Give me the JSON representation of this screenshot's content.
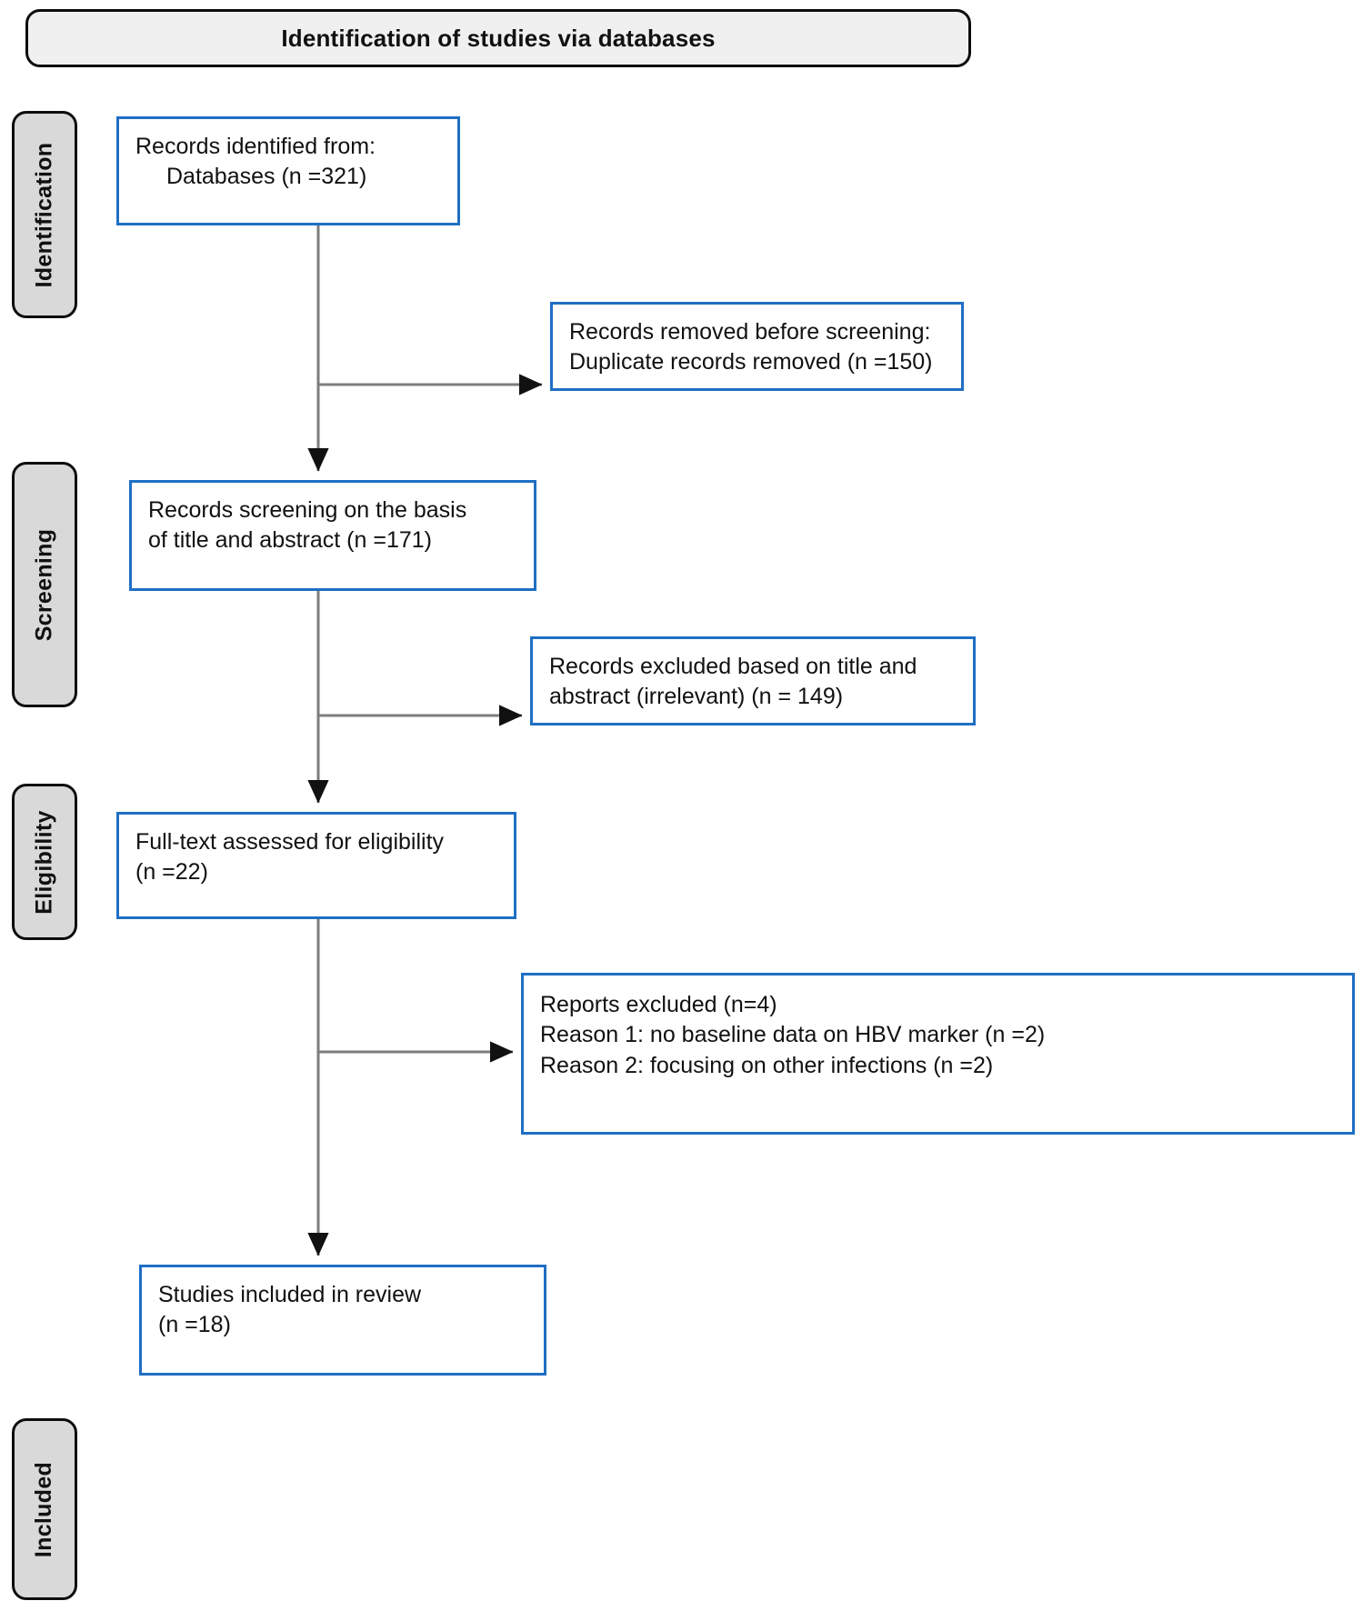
{
  "banner": {
    "title": "Identification of studies via databases"
  },
  "stages": [
    {
      "key": "identification",
      "label": "Identification"
    },
    {
      "key": "screening",
      "label": "Screening"
    },
    {
      "key": "eligibility",
      "label": "Eligibility"
    },
    {
      "key": "included",
      "label": "Included"
    }
  ],
  "boxes": {
    "identified": {
      "line1": "Records identified from:",
      "line2": "Databases (n =321)"
    },
    "removed": {
      "line1": "Records removed before screening:",
      "line2": "Duplicate records removed (n =150)"
    },
    "screening": {
      "line1": "Records screening on the basis",
      "line2": "of title and abstract (n =171)"
    },
    "excluded": {
      "line1": "Records excluded based on title and",
      "line2": "abstract (irrelevant) (n = 149)"
    },
    "fulltext": {
      "line1": "Full-text assessed for eligibility",
      "line2": "(n =22)"
    },
    "reports_excluded": {
      "line1": "Reports excluded (n=4)",
      "line2": "Reason 1: no baseline data on HBV marker (n =2)",
      "line3": "Reason 2: focusing on other infections (n =2)"
    },
    "included": {
      "line1": "Studies included in review",
      "line2": "(n =18)"
    }
  },
  "colors": {
    "box_border": "#1f6fc4",
    "stage_fill": "#d9d9d9",
    "banner_fill": "#f0f0f0",
    "connector": "#7d7d7d",
    "text": "#111111"
  }
}
